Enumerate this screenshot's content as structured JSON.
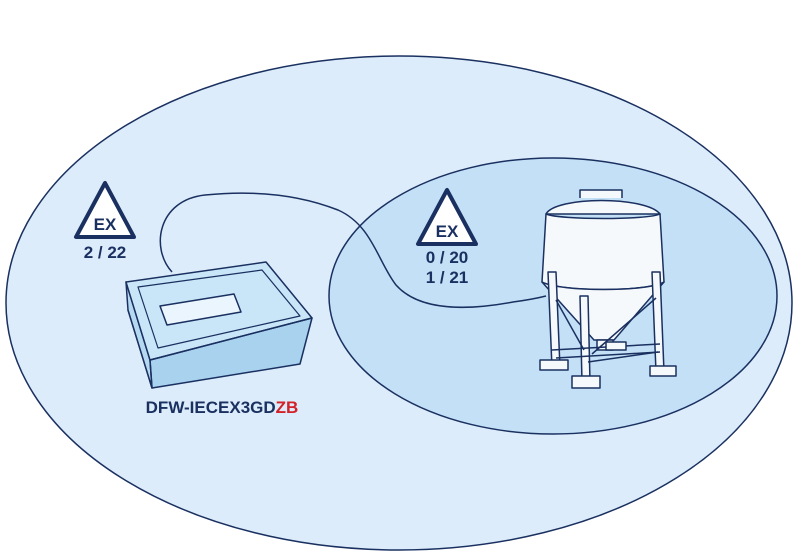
{
  "colors": {
    "outer_zone_fill": "#dcecfa",
    "inner_zone_fill": "#c3e0f6",
    "outline": "#1a3060",
    "device_fill": "#bfe0f6",
    "tank_fill": "#f6f9fc",
    "accent_red": "#d42027"
  },
  "outer_zone": {
    "ex_mark": "EX",
    "zones": "2 / 22"
  },
  "inner_zone": {
    "ex_mark": "EX",
    "zones_line1": "0 / 20",
    "zones_line2": "1 / 21"
  },
  "device": {
    "model_prefix": "DFW-IECEX3GD",
    "model_suffix": "ZB"
  },
  "icons": {
    "outer_ex": "ex-warning-triangle-icon",
    "inner_ex": "ex-warning-triangle-icon",
    "indicator": "weighing-indicator-icon",
    "tank": "silo-tank-icon"
  }
}
